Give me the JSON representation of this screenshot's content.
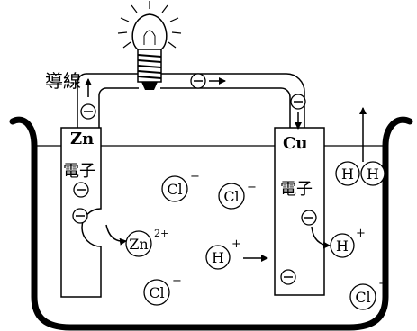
{
  "wire_label": "導線",
  "electrode_left": {
    "symbol": "Zn",
    "electron_label": "電子"
  },
  "electrode_right": {
    "symbol": "Cu",
    "electron_label": "電子"
  },
  "electron_symbol": "⊖",
  "ions": {
    "cl": "Cl",
    "cl_charge": "−",
    "zn": "Zn",
    "zn_charge": "2+",
    "h": "H",
    "h_charge": "+",
    "h2": "H"
  }
}
